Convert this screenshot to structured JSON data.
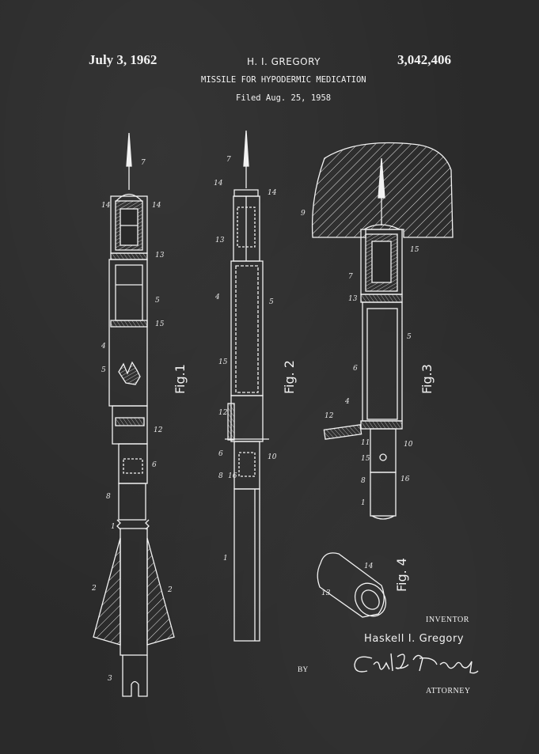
{
  "header": {
    "date": "July 3, 1962",
    "inventor_short": "H. I. GREGORY",
    "patent_number": "3,042,406",
    "title": "MISSILE FOR HYPODERMIC MEDICATION",
    "filed": "Filed Aug. 25, 1958"
  },
  "figures": {
    "fig1": "Fig.1",
    "fig2": "Fig. 2",
    "fig3": "Fig.3",
    "fig4": "Fig. 4"
  },
  "refs": {
    "fig1": [
      "7",
      "14",
      "14",
      "13",
      "5",
      "15",
      "4",
      "5",
      "12",
      "6",
      "8",
      "1",
      "2",
      "2",
      "3"
    ],
    "fig2": [
      "7",
      "14",
      "14",
      "13",
      "4",
      "5",
      "15",
      "12",
      "6",
      "10",
      "8",
      "16",
      "1"
    ],
    "fig3": [
      "9",
      "15",
      "7",
      "13",
      "5",
      "6",
      "4",
      "12",
      "11",
      "10",
      "15",
      "8",
      "16",
      "1"
    ],
    "fig4": [
      "13",
      "14"
    ]
  },
  "footer": {
    "inventor_label": "INVENTOR",
    "inventor_name": "Haskell I. Gregory",
    "by_label": "BY",
    "attorney_label": "ATTORNEY"
  },
  "colors": {
    "background": "#2a2a2a",
    "ink": "#f2f2f2"
  }
}
